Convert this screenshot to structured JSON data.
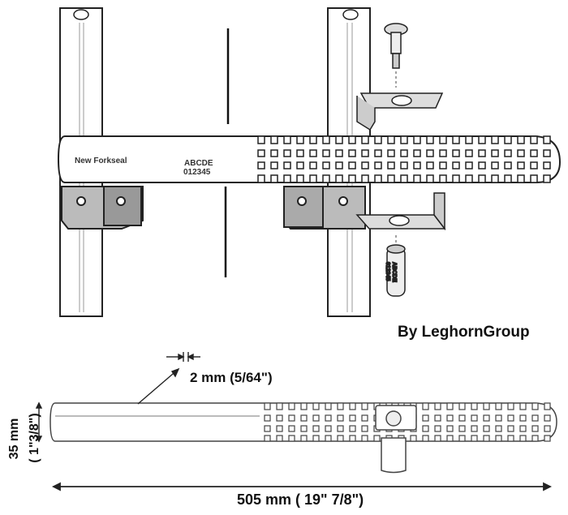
{
  "product_label": "New Forkseal",
  "code_line1": "ABCDE",
  "code_line2": "012345",
  "barrel_code1": "ABCDE",
  "barrel_code2": "012345",
  "brand": "By LeghornGroup",
  "thickness": "2 mm (5/64\")",
  "width_mm": "35 mm",
  "width_in": "( 1\"3/8\")",
  "length": "505 mm ( 19\" 7/8\")"
}
